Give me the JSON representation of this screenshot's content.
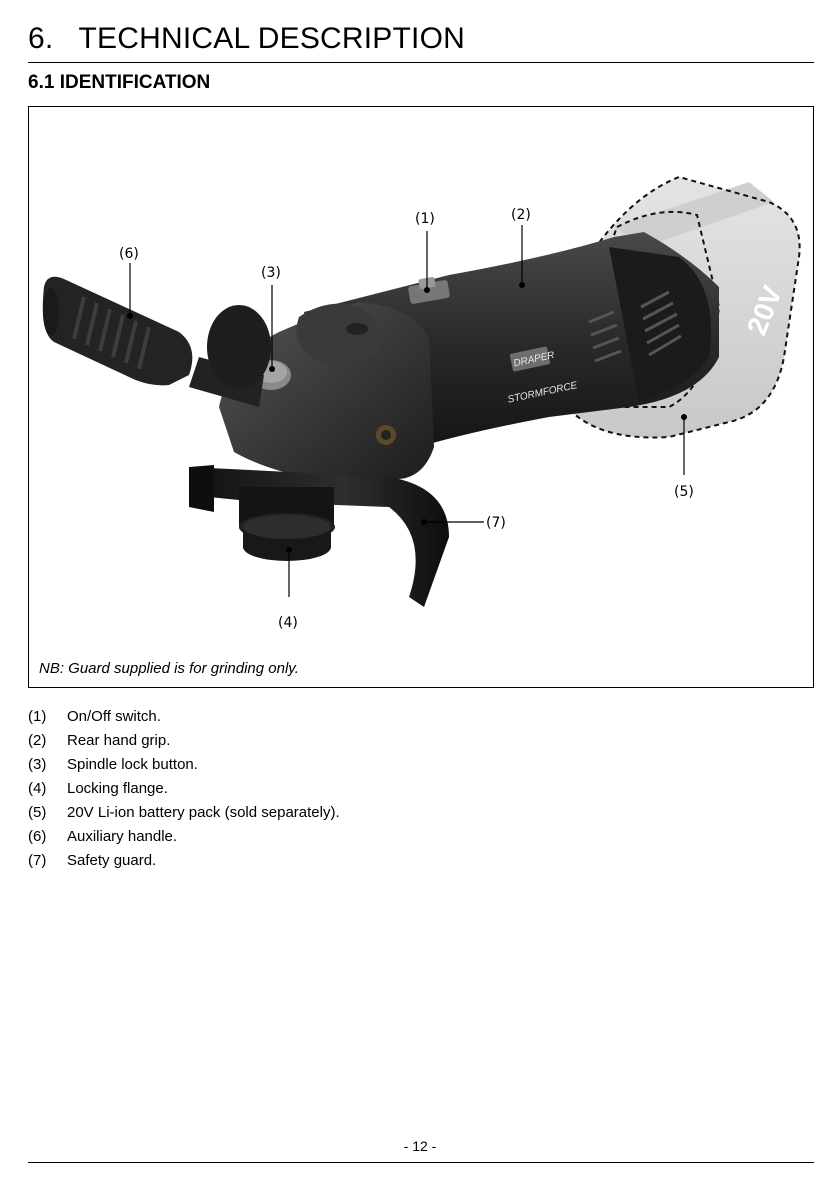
{
  "header": {
    "section_number": "6.",
    "section_title": "TECHNICAL DESCRIPTION",
    "subsection_title": "6.1 IDENTIFICATION"
  },
  "figure": {
    "callouts": {
      "c1": "(1)",
      "c2": "(2)",
      "c3": "(3)",
      "c4": "(4)",
      "c5": "(5)",
      "c6": "(6)",
      "c7": "(7)"
    },
    "brand_logo": "DRAPER",
    "product_line": "STORMFORCE",
    "battery_voltage": "20V",
    "note": "NB: Guard supplied is for grinding only."
  },
  "legend": [
    {
      "num": "(1)",
      "text": "On/Off switch."
    },
    {
      "num": "(2)",
      "text": "Rear hand grip."
    },
    {
      "num": "(3)",
      "text": "Spindle lock button."
    },
    {
      "num": "(4)",
      "text": "Locking flange."
    },
    {
      "num": "(5)",
      "text": "20V Li-ion battery pack (sold separately)."
    },
    {
      "num": "(6)",
      "text": "Auxiliary handle."
    },
    {
      "num": "(7)",
      "text": "Safety guard."
    }
  ],
  "footer": {
    "page_number": "- 12 -"
  },
  "colors": {
    "tool_body": "#2b2b2b",
    "battery_ghost": "#d9d9d9",
    "text": "#000000"
  }
}
